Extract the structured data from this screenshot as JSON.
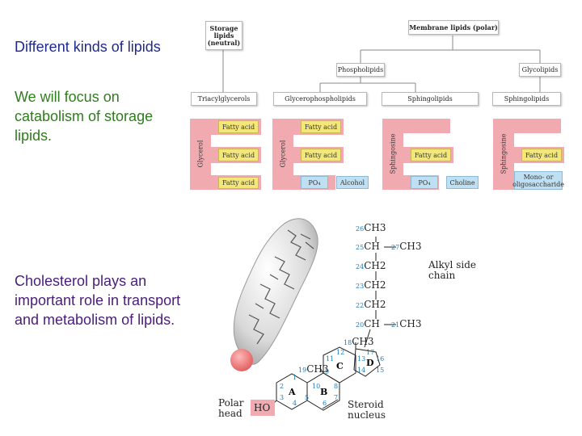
{
  "text": {
    "kinds": "Different kinds of lipids",
    "focus": "We will focus on catabolism of storage lipids.",
    "chol": "Cholesterol plays an important role in transport and metabolism of lipids."
  },
  "tree": {
    "storage": "Storage lipids (neutral)",
    "membrane": "Membrane lipids (polar)",
    "phospho": "Phospholipids",
    "glyco": "Glycolipids",
    "tag": "Triacylglycerols",
    "gpl": "Glycerophospholipids",
    "sphingo1": "Sphingolipids",
    "sphingo2": "Sphingolipids"
  },
  "blocks": {
    "glycerol": "Glycerol",
    "sphingosine": "Sphingosine",
    "fatty_acid": "Fatty acid",
    "po4": "PO₄",
    "alcohol": "Alcohol",
    "choline": "Choline",
    "sugar": "Mono- or oligosaccharide"
  },
  "colors": {
    "glycerol_pink": "#f2aab1",
    "fatty_acid_yellow": "#f4e77a",
    "head_blue": "#bfe0f2"
  },
  "steroid": {
    "c26": "26",
    "ch3_26": "CH3",
    "c25": "25",
    "ch_25": "CH",
    "c27": "27",
    "ch3_27": "CH3",
    "c24": "24",
    "ch2_24": "CH2",
    "c23": "23",
    "ch2_23": "CH2",
    "c22": "22",
    "ch2_22": "CH2",
    "c20": "20",
    "ch_20": "CH",
    "c21": "21",
    "ch3_21": "CH3",
    "c18": "18",
    "ch3_18": "CH3",
    "c19": "19",
    "ch3_19": "CH3",
    "alkyl": "Alkyl side chain",
    "polar": "Polar head",
    "ho": "HO",
    "nucleus": "Steroid nucleus",
    "ring_a": "A",
    "ring_b": "B",
    "ring_c": "C",
    "ring_d": "D",
    "nums": [
      "1",
      "2",
      "3",
      "4",
      "5",
      "6",
      "7",
      "8",
      "9",
      "10",
      "11",
      "12",
      "13",
      "14",
      "15",
      "16",
      "17"
    ]
  }
}
